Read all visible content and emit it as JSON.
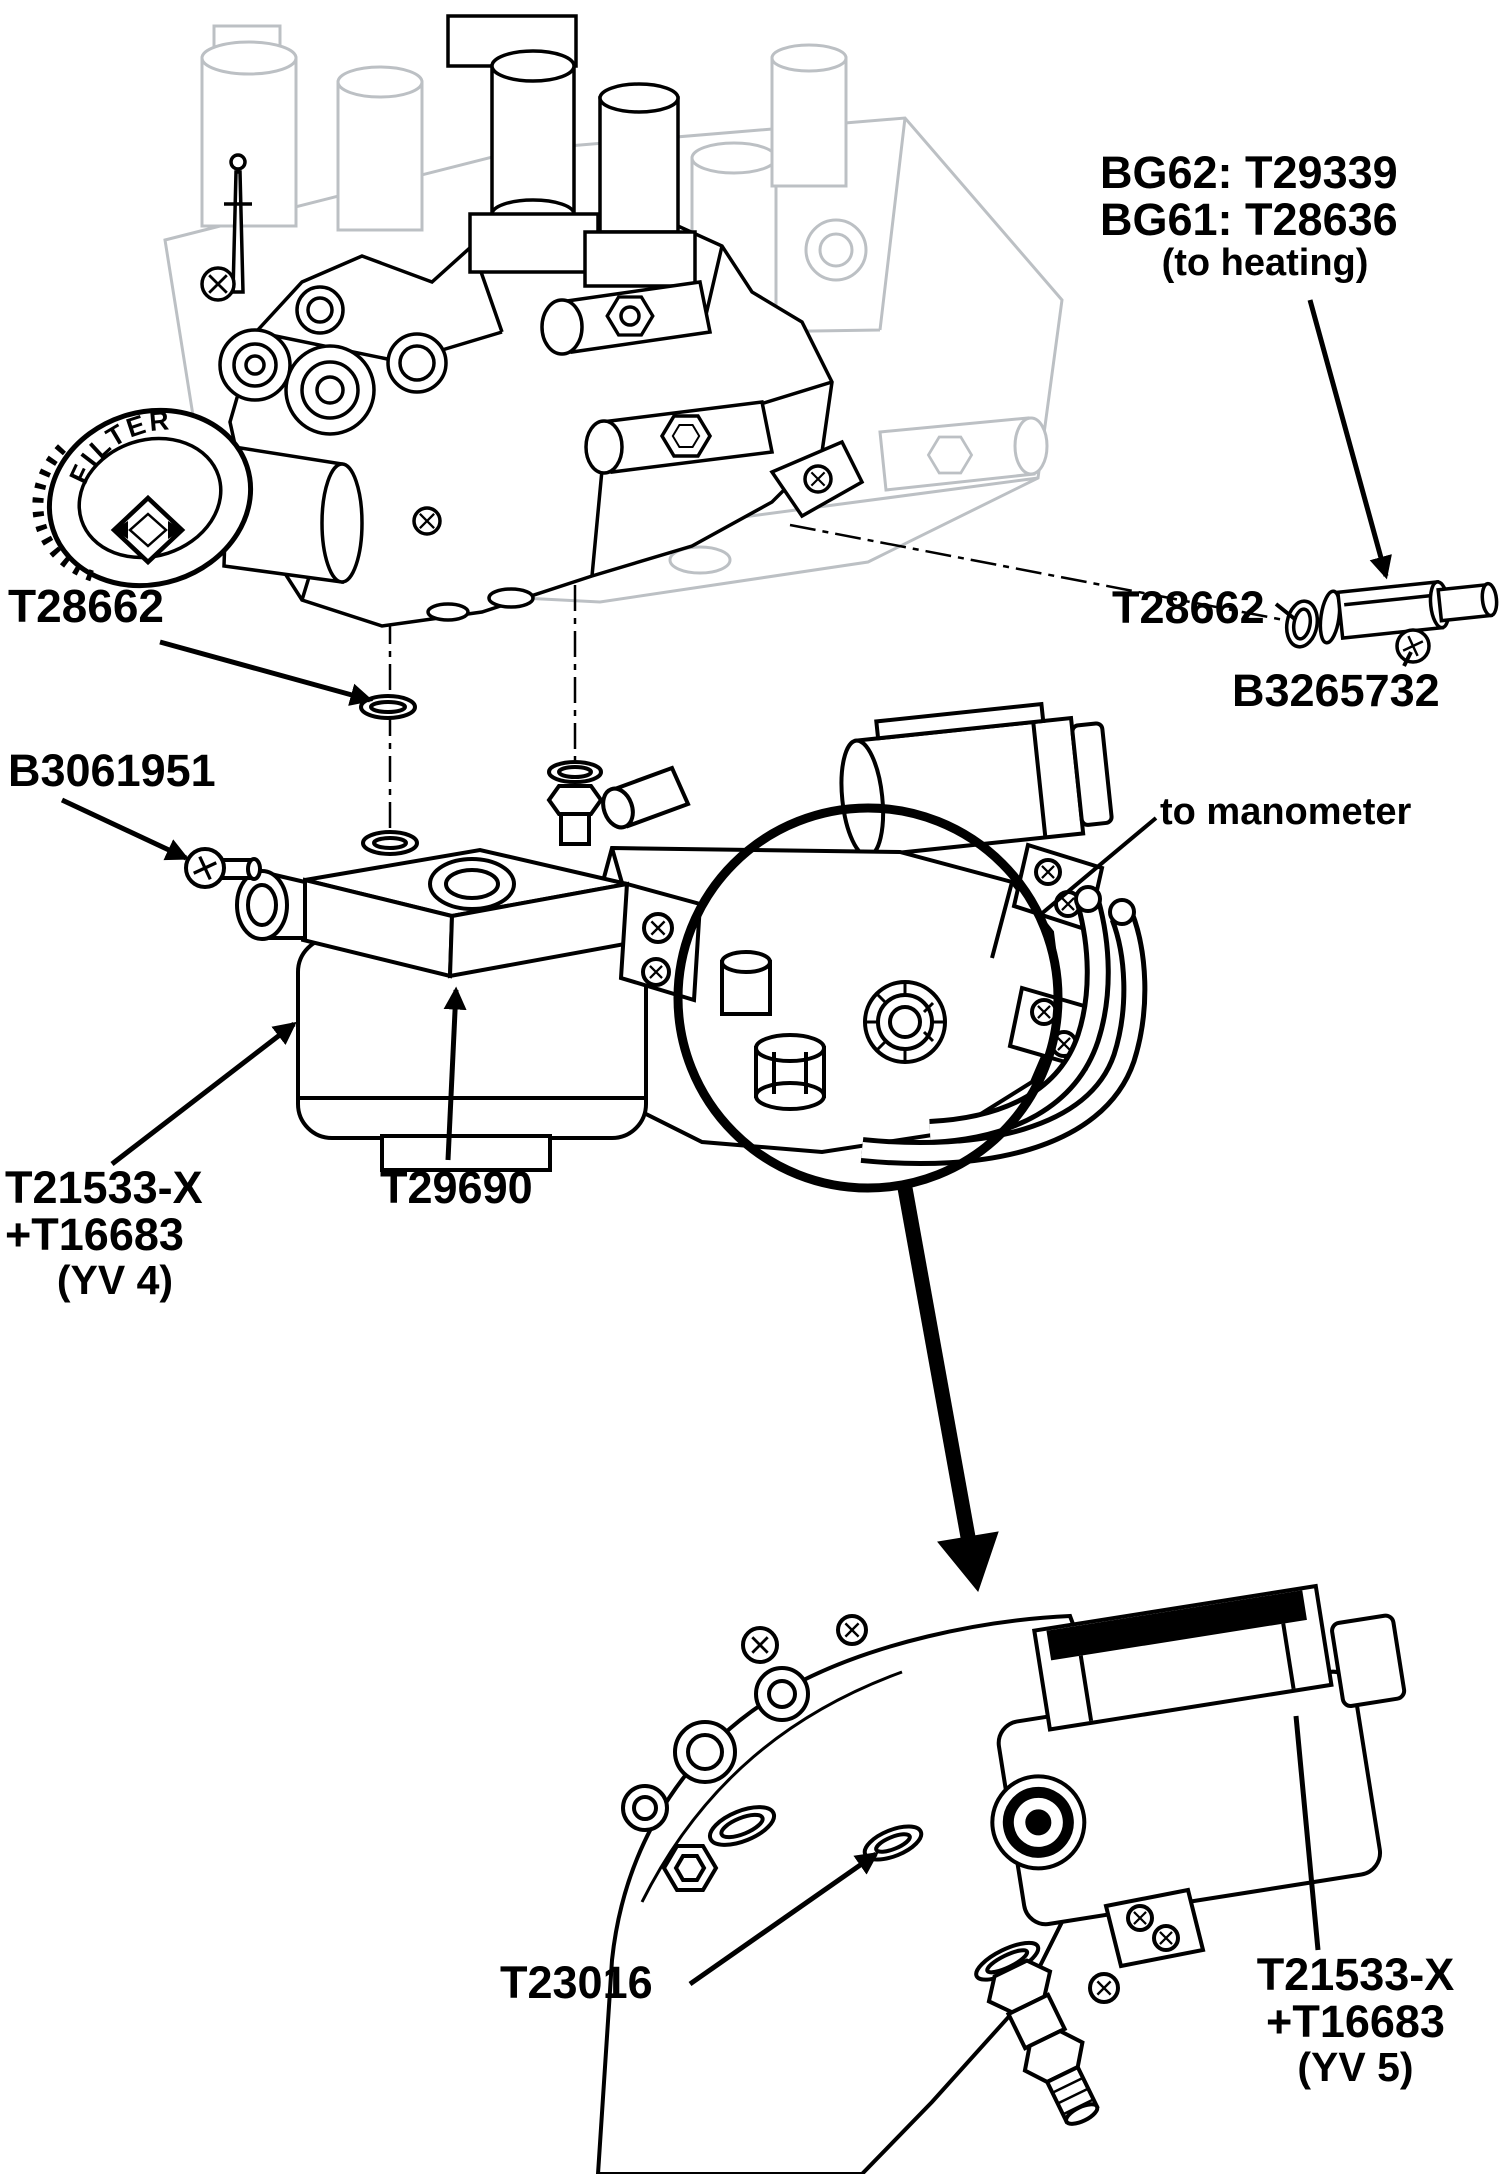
{
  "figure": {
    "type": "exploded-parts-diagram",
    "background_color": "#ffffff",
    "line_color": "#000000",
    "ghost_line_color": "#bcc0c4"
  },
  "callouts": {
    "heating_port": {
      "line1": "BG62: T29339",
      "line2": "BG61: T28636",
      "note": "(to heating)"
    },
    "o_ring_left": "T28662",
    "o_ring_right": "T28662",
    "banjo_bolt": "B3265732",
    "screw": "B3061951",
    "manometer_note": "to manometer",
    "valve_yv4": {
      "line1": "T21533-X",
      "line2": "+T16683",
      "line3": "(YV 4)"
    },
    "valve_body": "T29690",
    "o_ring_detail": "T23016",
    "valve_yv5": {
      "line1": "T21533-X",
      "line2": "+T16683",
      "line3": "(YV 5)"
    }
  },
  "drawing_text": {
    "filter_cap": "FILTER"
  }
}
